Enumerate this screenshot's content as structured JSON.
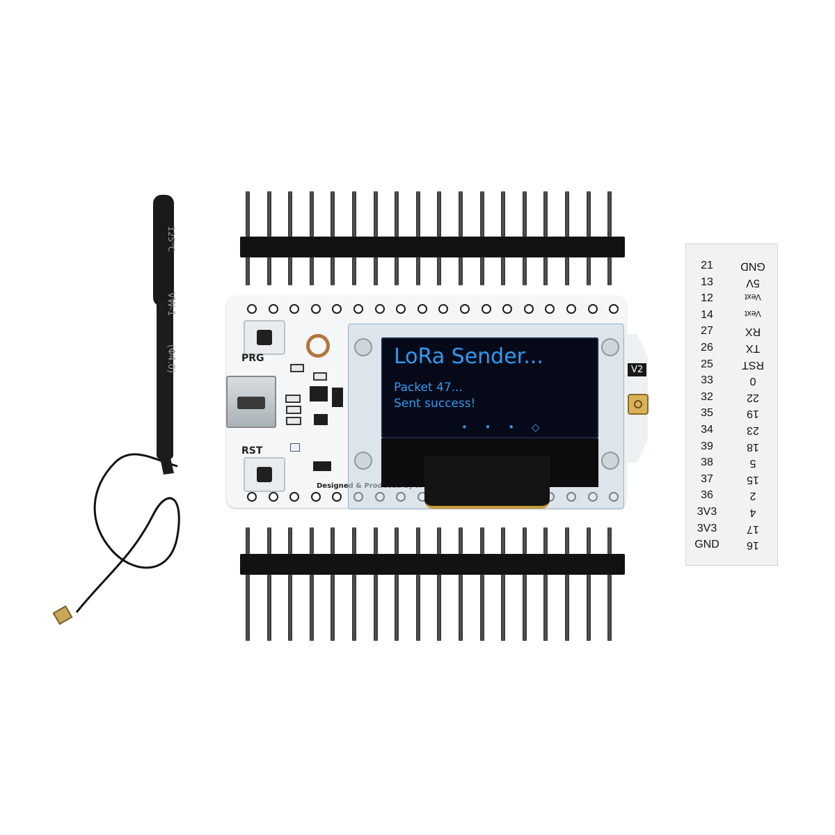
{
  "board": {
    "prg_label": "PRG",
    "rst_label": "RST",
    "version_label": "V2",
    "credit_text": "Designed & Produced by H"
  },
  "oled": {
    "title": "LoRa Sender...",
    "line1": "Packet 47...",
    "line2": "Sent success!",
    "dots": "• • • ◇"
  },
  "antenna": {
    "marking_top": "125°C",
    "marking_mid": "VW-1",
    "marking_low": "(Φ4.0)"
  },
  "pin_labels": {
    "left": [
      "21",
      "13",
      "12",
      "14",
      "27",
      "26",
      "25",
      "33",
      "32",
      "35",
      "34",
      "39",
      "38",
      "37",
      "36",
      "3V3",
      "3V3",
      "GND"
    ],
    "right": [
      "GND",
      "5V",
      "Vext",
      "Vext",
      "RX",
      "TX",
      "RST",
      "0",
      "22",
      "19",
      "23",
      "18",
      "5",
      "15",
      "2",
      "4",
      "17",
      "16"
    ]
  },
  "colors": {
    "oled_text": "#2f9bf2",
    "pcb": "#f4f6f7",
    "pins": "#121212"
  }
}
